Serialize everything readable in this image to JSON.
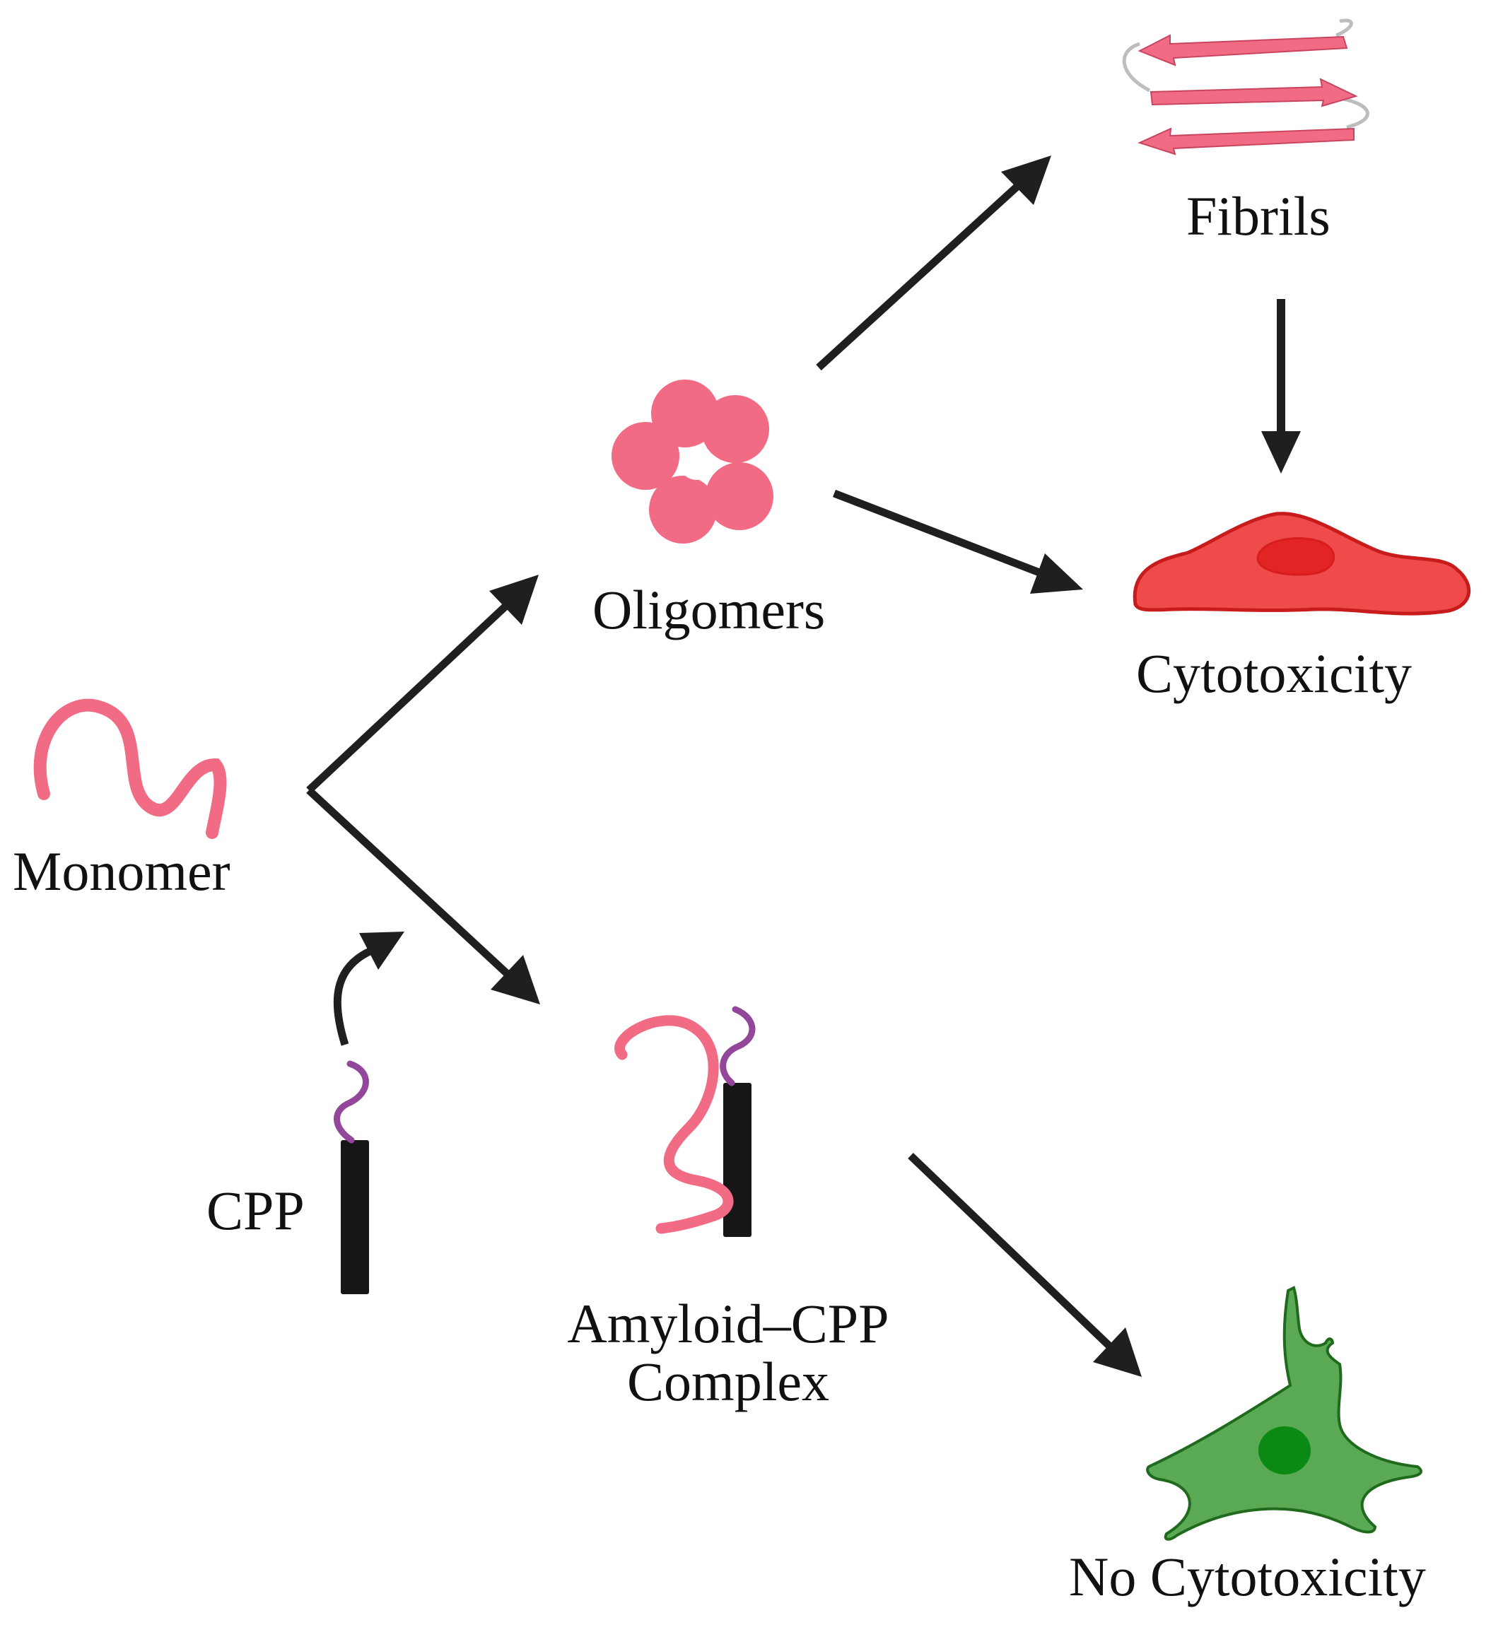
{
  "labels": {
    "monomer": "Monomer",
    "oligomers": "Oligomers",
    "fibrils": "Fibrils",
    "cytotoxicity": "Cytotoxicity",
    "cpp": "CPP",
    "complex_line1": "Amyloid–CPP",
    "complex_line2": "Complex",
    "no_cytotoxicity": "No Cytotoxicity"
  },
  "colors": {
    "peptide_pink": "#f26b84",
    "cpp_purple": "#93479a",
    "cpp_rod": "#161616",
    "arrow": "#1f1f1f",
    "toxic_cell_fill": "#f04b4b",
    "toxic_cell_outline": "#c81c1c",
    "toxic_nucleus": "#e32424",
    "healthy_cell_fill": "#5aaa55",
    "healthy_cell_outline": "#1f6a1d",
    "healthy_nucleus": "#0a8a13",
    "fibril_loop": "#bdbdbd"
  }
}
